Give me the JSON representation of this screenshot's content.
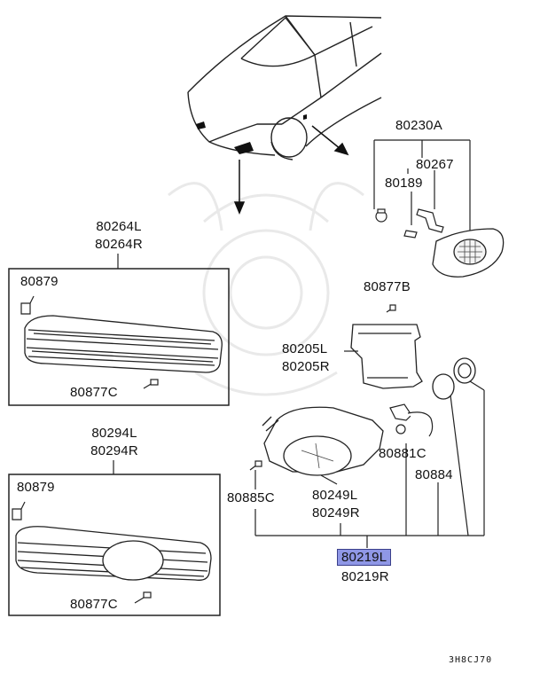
{
  "parts": {
    "grille_top_left": "80264L",
    "grille_top_right": "80264R",
    "clip_a": "80879",
    "screw_a": "80877C",
    "grille_bottom_left": "80294L",
    "grille_bottom_right": "80294R",
    "clip_b": "80879",
    "screw_b": "80877C",
    "side_lamp": "80230A",
    "side_lamp_bracket": "80267",
    "side_lamp_screw": "80189",
    "bracket_screw": "80877B",
    "bracket_left": "80205L",
    "bracket_right": "80205R",
    "bulb": "80881C",
    "socket": "80884",
    "lamp_screw": "80885C",
    "lamp_left": "80249L",
    "lamp_right": "80249R",
    "assembly_left": "80219L",
    "assembly_right": "80219R"
  },
  "diagram_code": "3H8CJ70",
  "highlight_color": "#8f97e6"
}
